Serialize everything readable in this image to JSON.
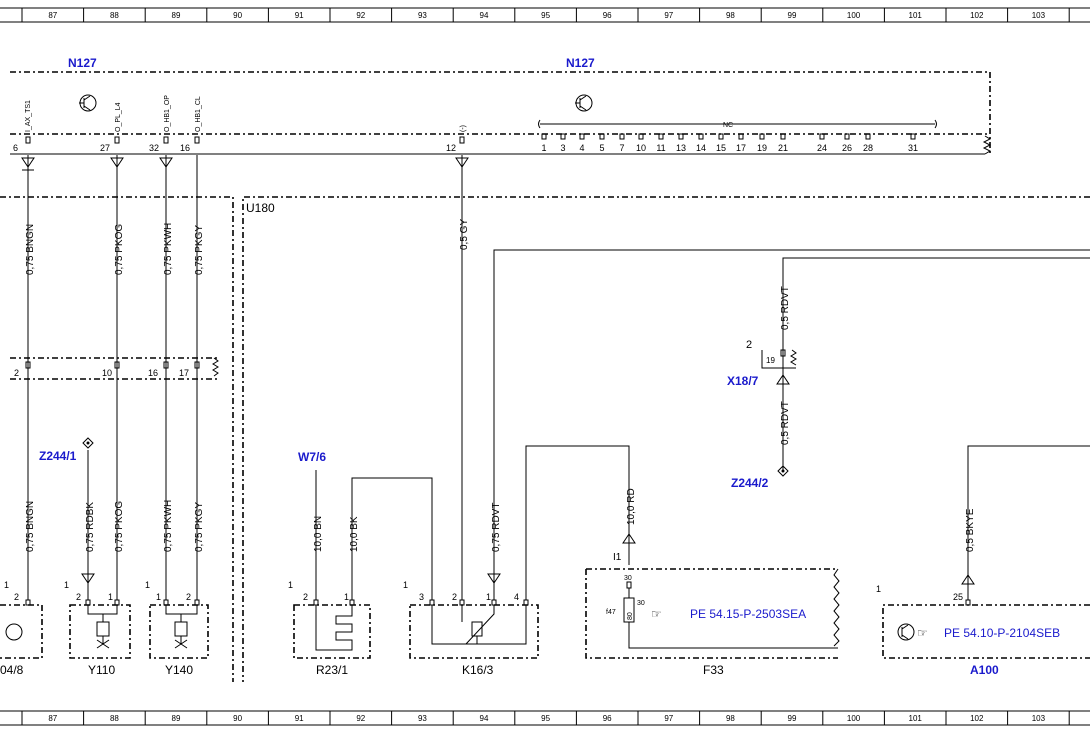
{
  "ruler": {
    "top": [
      "87",
      "88",
      "89",
      "90",
      "91",
      "92",
      "93",
      "94",
      "95",
      "96",
      "97",
      "98",
      "99",
      "100",
      "101",
      "102",
      "103"
    ],
    "bottom": [
      "87",
      "88",
      "89",
      "90",
      "91",
      "92",
      "93",
      "94",
      "95",
      "96",
      "97",
      "98",
      "99",
      "100",
      "101",
      "102",
      "103"
    ]
  },
  "modules": {
    "n127_left": "N127",
    "n127_right": "N127",
    "u180": "U180",
    "pins_n127_labels": [
      "I_AX_TS1",
      "O_PL_L4",
      "O_HB1_OP",
      "O_HB1_CL",
      "(-)",
      "NC"
    ],
    "pins_n127": [
      "6",
      "27",
      "32",
      "16",
      "12"
    ],
    "nc_pins": [
      "1",
      "3",
      "4",
      "5",
      "7",
      "10",
      "11",
      "13",
      "14",
      "15",
      "17",
      "19",
      "21",
      "24",
      "26",
      "28",
      "31"
    ]
  },
  "connector_row": {
    "pins": [
      "2",
      "10",
      "16",
      "17"
    ]
  },
  "wires": {
    "w1_top": "0,75 BNGN",
    "w2_top": "0,75 PKOG",
    "w3_top": "0,75 PKWH",
    "w4_top": "0,75 PKGY",
    "w5_top": "0,5 GY",
    "w1_bot": "0,75 BNGN",
    "w_rdbk": "0,75 RDBK",
    "w2_bot": "0,75 PKOG",
    "w3_bot": "0,75 PKWH",
    "w4_bot": "0,75 PKGY",
    "w_bn": "10,0 BN",
    "w_bk": "10,0 BK",
    "w_rdvt": "0,75 RDVT",
    "w_rdvt_top": "0,5 RDVT",
    "w_rdvt_bot": "0,5 RDVT",
    "w_10rd": "10,0 RD",
    "w_bkye": "0,5 BKYE"
  },
  "components": {
    "z244_1": "Z244/1",
    "z244_2": "Z244/2",
    "w7_6": "W7/6",
    "x18_7": "X18/7",
    "m_left": "04/8",
    "y110": "Y110",
    "y140": "Y140",
    "r23_1": "R23/1",
    "k16_3": "K16/3",
    "f33": "F33",
    "a100": "A100"
  },
  "pin_labels": {
    "x18_2": "2",
    "x18_19": "19",
    "m_left_2": "2",
    "y110_1": "1",
    "y110_2": "2",
    "y110_pin1": "1",
    "y140_1": "1",
    "y140_2": "2",
    "y140_pin1": "1",
    "r23_1": "1",
    "r23_2": "2",
    "r23_pin1": "1",
    "k16_1": "1",
    "k16_3": "3",
    "k16_2": "2",
    "k16_p1": "1",
    "k16_4": "4",
    "f33_30": "30",
    "f33_147": "f47",
    "f33_80": "80",
    "f33_30b": "30",
    "f33_i1": "I1",
    "a100_25": "25",
    "a100_1": "1",
    "m_left_1": "1"
  },
  "references": {
    "f33_ref": "PE 54.15-P-2503SEA",
    "a100_ref": "PE 54.10-P-2104SEB"
  }
}
